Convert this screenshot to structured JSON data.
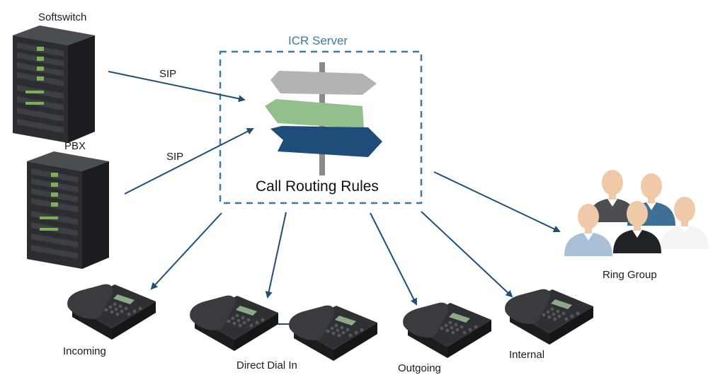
{
  "servers": {
    "softswitch": "Softswitch",
    "pbx": "PBX"
  },
  "links": {
    "sip_top": "SIP",
    "sip_bottom": "SIP"
  },
  "icr": {
    "title": "ICR Server",
    "rules": "Call Routing Rules"
  },
  "phones": {
    "incoming": "Incoming",
    "direct_dial_in": "Direct Dial In",
    "outgoing": "Outgoing",
    "internal": "Internal"
  },
  "ring_group": "Ring Group",
  "colors": {
    "arrow": "#1f4e79",
    "dashed_box": "#3d7aa6",
    "sign_gray": "#b3b3b3",
    "sign_green": "#93bf8c",
    "sign_blue": "#1e4d7a",
    "server_body": "#2b2d31",
    "server_led": "#7fae5a"
  }
}
